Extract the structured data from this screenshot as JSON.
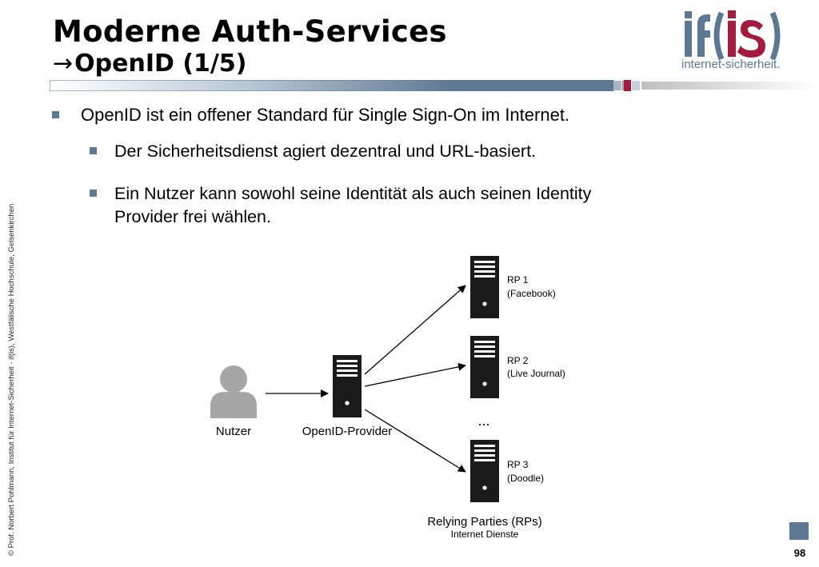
{
  "title": {
    "main": "Moderne Auth-Services",
    "arrow": "→",
    "sub": "OpenID (1/5)"
  },
  "logo": {
    "mark": "if(is)",
    "text": "internet-sicherheit."
  },
  "bullets": [
    "OpenID ist ein offener Standard für Single Sign-On im Internet.",
    "Der Sicherheitsdienst agiert dezentral und URL-basiert.",
    "Ein Nutzer kann sowohl seine Identität als auch seinen Identity",
    "Provider frei wählen."
  ],
  "diagram": {
    "user_label": "Nutzer",
    "provider_label": "OpenID-Provider",
    "rp1": {
      "name": "RP 1",
      "desc": "(Facebook)"
    },
    "rp2": {
      "name": "RP 2",
      "desc": "(Live Journal)"
    },
    "rp3": {
      "name": "RP 3",
      "desc": "(Doodle)"
    },
    "ellipsis": "...",
    "rp_group_title": "Relying Parties (RPs)",
    "rp_group_sub": "Internet Dienste",
    "icons": {
      "user": "person-icon",
      "server": "server-icon"
    }
  },
  "side_text": "© Prof.  Norbert Pohlmann, Institut für Internet-Sicherheit - if(is), Westfälische Hochschule, Gelsenkirchen",
  "page_number": "98",
  "colors": {
    "accent": "#5d7894",
    "brand_red": "#a31c3d",
    "server": "#1a1a1a",
    "user": "#a6a6a6"
  }
}
